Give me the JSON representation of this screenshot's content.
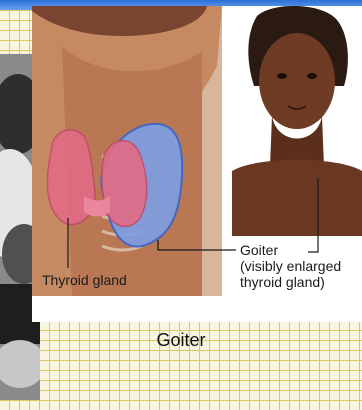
{
  "labels": {
    "thyroid": "Thyroid gland",
    "goiter_title": "Goiter",
    "goiter_line1": "(visibly enlarged",
    "goiter_line2": "thyroid gland)"
  },
  "caption": "Goiter",
  "colors": {
    "normal_thyroid": "#e26b86",
    "goiter_overlay": "#7d9fe6",
    "skin_light": "#c88660",
    "skin_dark": "#6e3b25",
    "grid": "#c9a600",
    "top_bar": "#2b6fd6"
  }
}
